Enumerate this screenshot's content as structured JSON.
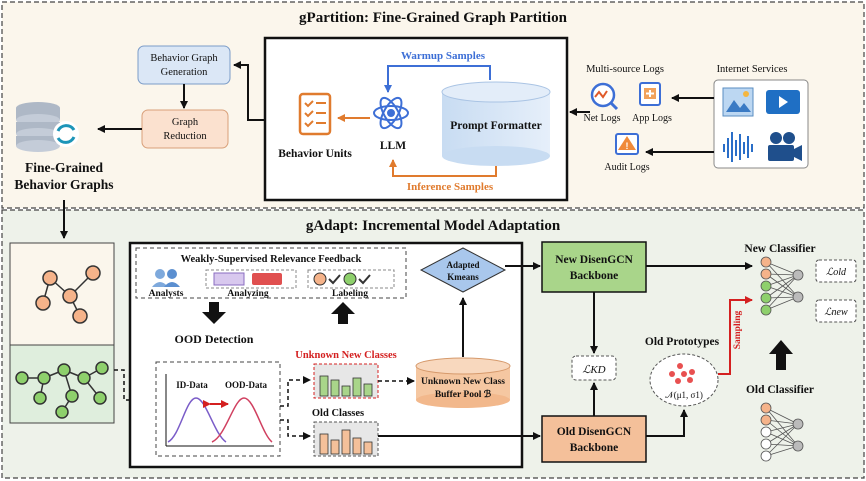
{
  "top_section": {
    "title": "gPartition: Fine-Grained Graph Partition",
    "behavior_graph_generation": [
      "Behavior Graph",
      "Generation"
    ],
    "graph_reduction": [
      "Graph",
      "Reduction"
    ],
    "fine_grained_graphs": [
      "Fine-Grained",
      "Behavior Graphs"
    ],
    "behavior_units": "Behavior Units",
    "llm": "LLM",
    "prompt_formatter": "Prompt Formatter",
    "warmup_samples": "Warmup Samples",
    "inference_samples": "Inference Samples",
    "multi_source_logs": "Multi-source Logs",
    "net_logs": "Net Logs",
    "app_logs": "App Logs",
    "audit_logs": "Audit Logs",
    "internet_services": "Internet Services"
  },
  "bottom_section": {
    "title": "gAdapt: Incremental Model Adaptation",
    "wsrf_title": "Weakly-Supervised Relevance Feedback",
    "analysts": "Analysts",
    "analyzing": "Analyzing",
    "labeling": "Labeling",
    "ood_detection": "OOD Detection",
    "id_data": "ID-Data",
    "ood_data": "OOD-Data",
    "unknown_new_classes": "Unknown New Classes",
    "old_classes": "Old Classes",
    "adapted_kmeans": [
      "Adapted",
      "Kmeans"
    ],
    "buffer_pool": [
      "Unknown New Class",
      "Buffer Pool ℬ"
    ],
    "new_backbone": [
      "New DisenGCN",
      "Backbone"
    ],
    "old_backbone": [
      "Old DisenGCN",
      "Backbone"
    ],
    "l_kd": "ℒKD",
    "old_prototypes": "Old Prototypes",
    "sampling": "Sampling",
    "normal_dist": "𝒩(μ1, σ1)",
    "new_classifier": "New Classifier",
    "old_classifier": "Old Classifier",
    "l_old": "ℒold",
    "l_new": "ℒnew"
  },
  "colors": {
    "top_bg": "#fbf6ec",
    "bottom_bg": "#eef2ea",
    "blue": "#3d6fd6",
    "orange": "#e07b2e",
    "red": "#d42020",
    "green_fill": "#a9d58a",
    "orange_fill": "#f4c09a"
  }
}
